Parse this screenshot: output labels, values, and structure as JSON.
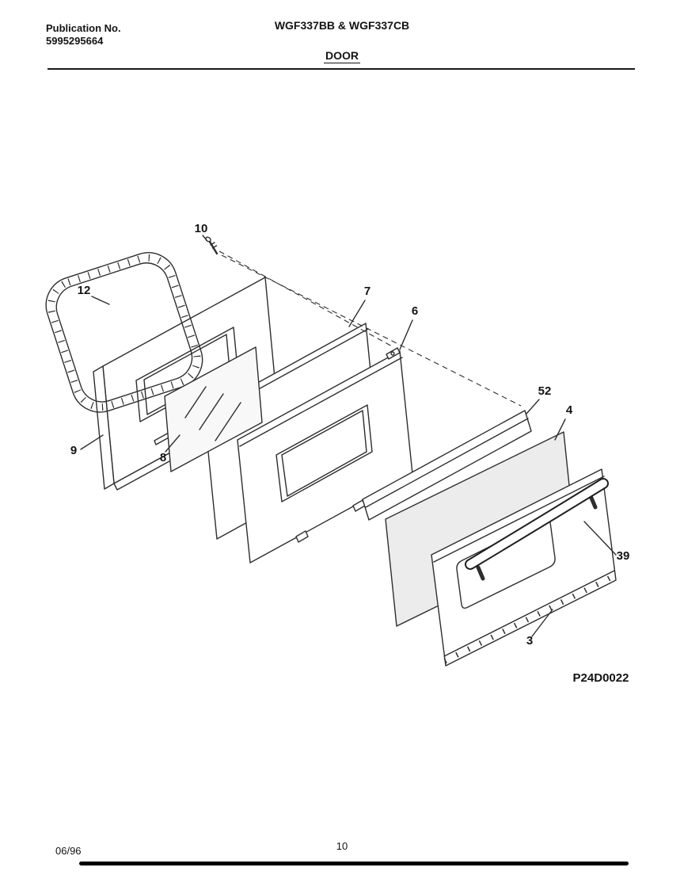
{
  "header": {
    "publication_label": "Publication No.",
    "publication_number": "5995295664",
    "models": "WGF337BB & WGF337CB",
    "section_title": "DOOR"
  },
  "diagram": {
    "code": "P24D0022",
    "callouts": {
      "screw": "10",
      "gasket": "12",
      "inner_panel": "7",
      "frame": "6",
      "trim": "52",
      "outer_glass": "4",
      "liner": "9",
      "inner_glass": "8",
      "handle": "39",
      "outer_door": "3"
    }
  },
  "footer": {
    "date": "06/96",
    "page_number": "10"
  }
}
